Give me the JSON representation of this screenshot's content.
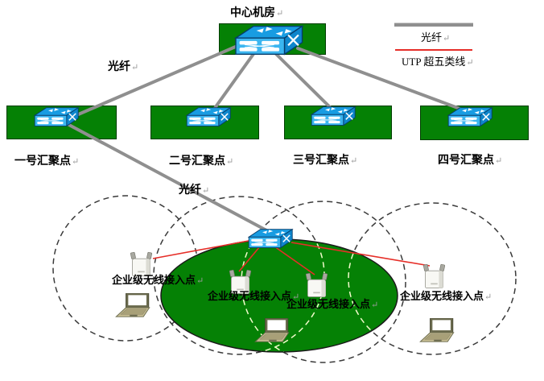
{
  "diagram": {
    "title": "中心机房",
    "return_mark": "↵",
    "legend": {
      "fiber_label": "光纤",
      "utp_label": "UTP 超五类线"
    },
    "fiber_label_top": "光纤",
    "fiber_label_bottom": "光纤",
    "aggregation_points": [
      {
        "label": "一号汇聚点"
      },
      {
        "label": "二号汇聚点"
      },
      {
        "label": "三号汇聚点"
      },
      {
        "label": "四号汇聚点"
      }
    ],
    "access_point_label": "企业级无线接入点",
    "icons": {
      "switch": "network-switch-icon",
      "access_point": "wireless-ap-icon",
      "laptop": "laptop-icon"
    },
    "colors": {
      "zone_green": "#058105",
      "fiber_gray": "#8f8f8f",
      "utp_red": "#e62e28",
      "switch_blue": "#2aa6e8"
    }
  }
}
